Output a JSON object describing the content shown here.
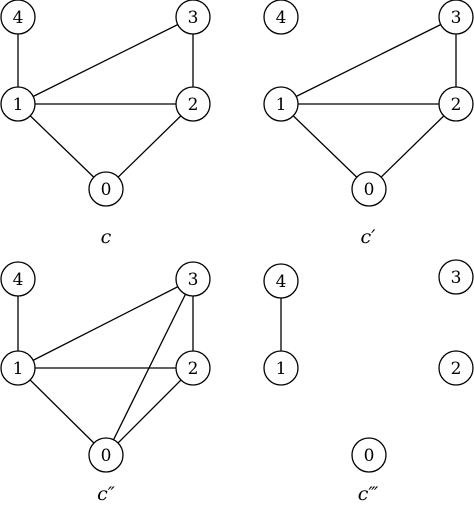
{
  "graphs": [
    {
      "caption": "c",
      "nodes": [
        "0",
        "1",
        "2",
        "3",
        "4"
      ],
      "edges": [
        [
          "4",
          "1"
        ],
        [
          "1",
          "3"
        ],
        [
          "1",
          "2"
        ],
        [
          "3",
          "2"
        ],
        [
          "1",
          "0"
        ],
        [
          "2",
          "0"
        ]
      ]
    },
    {
      "caption": "c′",
      "nodes": [
        "0",
        "1",
        "2",
        "3",
        "4"
      ],
      "edges": [
        [
          "1",
          "3"
        ],
        [
          "1",
          "2"
        ],
        [
          "3",
          "2"
        ],
        [
          "1",
          "0"
        ],
        [
          "2",
          "0"
        ]
      ]
    },
    {
      "caption": "c″",
      "nodes": [
        "0",
        "1",
        "2",
        "3",
        "4"
      ],
      "edges": [
        [
          "4",
          "1"
        ],
        [
          "1",
          "3"
        ],
        [
          "1",
          "2"
        ],
        [
          "3",
          "2"
        ],
        [
          "1",
          "0"
        ],
        [
          "2",
          "0"
        ],
        [
          "3",
          "0"
        ]
      ]
    },
    {
      "caption": "c‴",
      "nodes": [
        "0",
        "1",
        "2",
        "3",
        "4"
      ],
      "edges": [
        [
          "4",
          "1"
        ]
      ]
    }
  ]
}
